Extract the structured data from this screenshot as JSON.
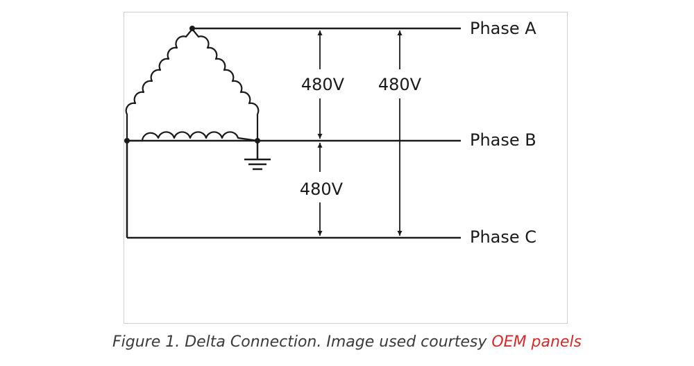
{
  "diagram": {
    "phase_labels": [
      "Phase A",
      "Phase B",
      "Phase C"
    ],
    "voltage_labels": [
      "480V",
      "480V",
      "480V"
    ]
  },
  "caption": {
    "text": "Figure 1. Delta Connection. Image used courtesy ",
    "link": "OEM panels",
    "link_color": "#d42a2a"
  }
}
